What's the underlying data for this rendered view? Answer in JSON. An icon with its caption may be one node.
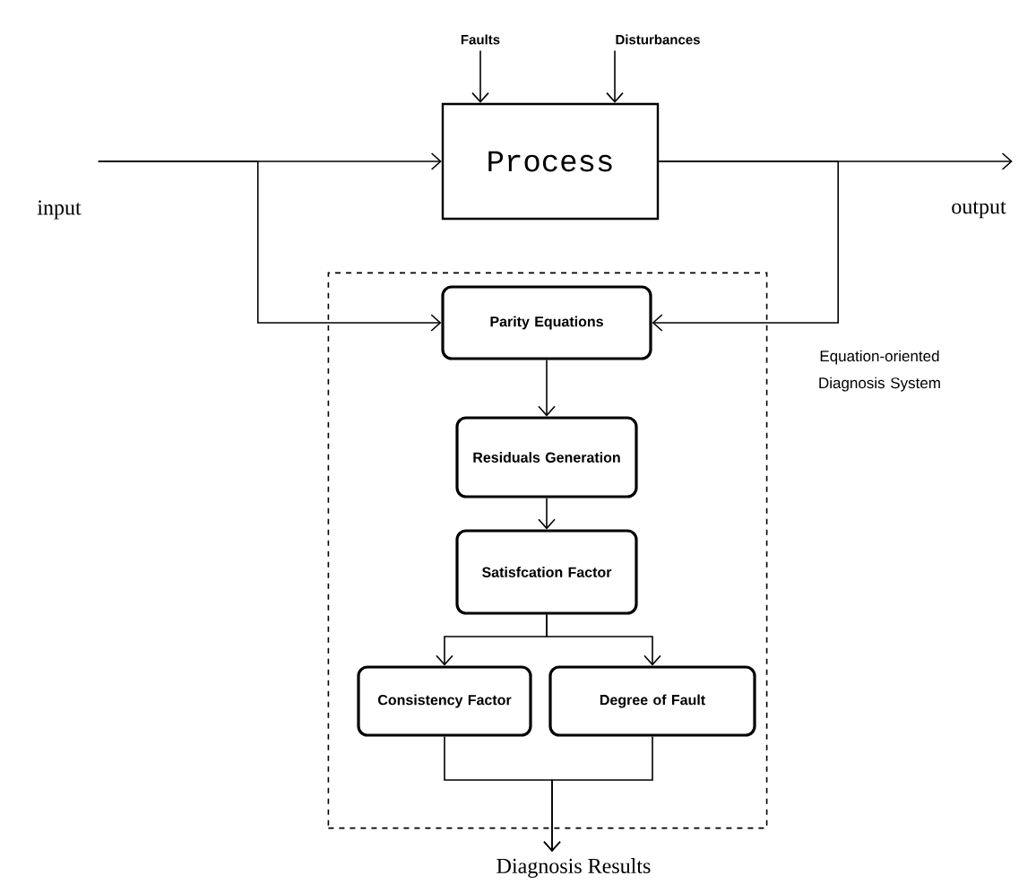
{
  "diagram": {
    "nodes": [
      {
        "text": [
          "Equation-oriented Diagnosis System"
        ]
      },
      {
        "text": [
          "Process"
        ]
      },
      {
        "text": [
          "Faults"
        ]
      },
      {
        "text": [
          "Disturbances"
        ]
      },
      {
        "text": [
          "input"
        ]
      },
      {
        "text": [
          "output"
        ]
      },
      {
        "text": [
          "Parity Equations"
        ],
        "in": 0
      },
      {
        "text": [
          "Residuals Generation"
        ],
        "in": 0
      },
      {
        "text": [
          "Satisfcation Factor"
        ],
        "in": 0
      },
      {
        "text": [
          "Consistency Factor"
        ],
        "in": 0
      },
      {
        "text": [
          "Degree of Fault"
        ],
        "in": 0
      },
      {
        "text": [
          "Diagnosis Results"
        ]
      }
    ],
    "edges": [
      {
        "from": 2,
        "to": 1,
        "arrow": "to"
      },
      {
        "from": 3,
        "to": 1,
        "arrow": "to"
      },
      {
        "from": 4,
        "to": 1,
        "arrow": "to"
      },
      {
        "from": 1,
        "to": 5,
        "arrow": "to"
      },
      {
        "from": 4,
        "to": 6,
        "arrow": "to"
      },
      {
        "from": 1,
        "to": 6,
        "arrow": "to"
      },
      {
        "from": 6,
        "to": 7,
        "arrow": "to"
      },
      {
        "from": 7,
        "to": 8,
        "arrow": "to"
      },
      {
        "from": 8,
        "to": 9,
        "arrow": "to"
      },
      {
        "from": 8,
        "to": 10,
        "arrow": "to"
      },
      {
        "from": 9,
        "to": 11,
        "arrow": "to"
      },
      {
        "from": 10,
        "to": 11,
        "arrow": "to"
      }
    ]
  }
}
